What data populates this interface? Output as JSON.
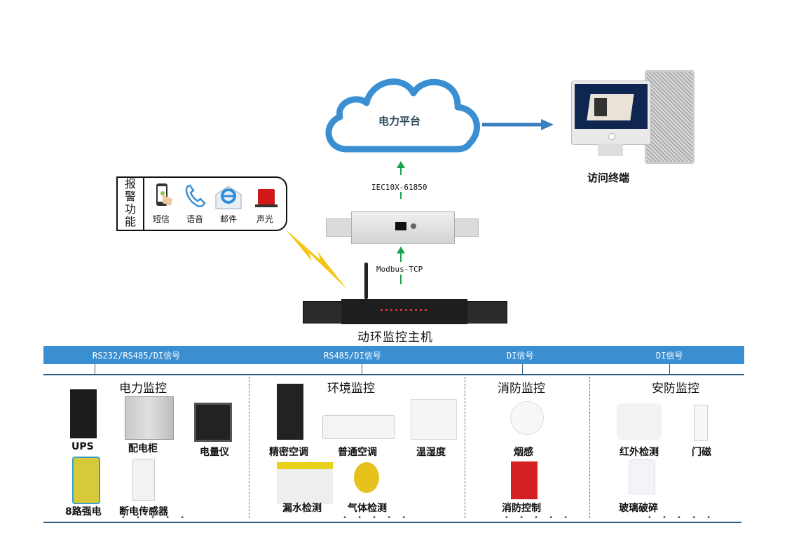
{
  "cloud": {
    "label": "电力平台"
  },
  "terminal": {
    "label": "访问终端"
  },
  "protocols": {
    "top": "IEC10X-61850",
    "bottom": "Modbus-TCP"
  },
  "host": {
    "label": "动环监控主机"
  },
  "alarm": {
    "title": [
      "报",
      "警",
      "功",
      "能"
    ],
    "items": [
      {
        "label": "短信",
        "icon": "phone-tap-icon"
      },
      {
        "label": "语音",
        "icon": "telephone-icon"
      },
      {
        "label": "邮件",
        "icon": "email-icon"
      },
      {
        "label": "声光",
        "icon": "siren-icon"
      }
    ]
  },
  "bus": {
    "signals": [
      "RS232/RS485/DI信号",
      "RS485/DI信号",
      "DI信号",
      "DI信号"
    ]
  },
  "categories": [
    {
      "title": "电力监控",
      "items": [
        "UPS",
        "配电柜",
        "电量仪",
        "8路强电",
        "断电传感器"
      ]
    },
    {
      "title": "环境监控",
      "items": [
        "精密空调",
        "普通空调",
        "温湿度",
        "漏水检测",
        "气体检测"
      ]
    },
    {
      "title": "消防监控",
      "items": [
        "烟感",
        "消防控制"
      ]
    },
    {
      "title": "安防监控",
      "items": [
        "红外检测",
        "门磁",
        "玻璃破碎"
      ]
    }
  ],
  "more": "• • • • •",
  "colors": {
    "accent": "#3a8fd2",
    "arrow_green": "#1aa34a",
    "bolt": "#f5c518",
    "divider": "#2d5d80"
  }
}
